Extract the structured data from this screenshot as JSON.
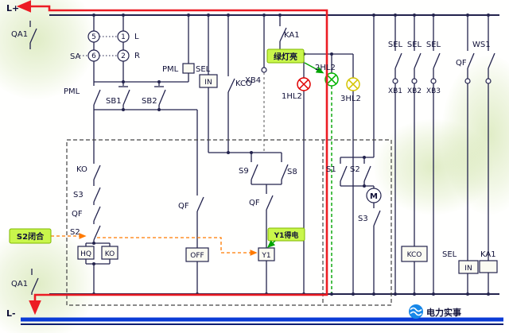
{
  "power": {
    "l_plus": "L+",
    "l_minus": "L-",
    "qa1_top": "QA1",
    "qa1_bottom": "QA1"
  },
  "selector": {
    "sa": "SA",
    "c5": "5",
    "c1": "1",
    "c6": "6",
    "c2": "2",
    "left": "L",
    "right": "R"
  },
  "left_block": {
    "pml_contact": "PML",
    "sb1": "SB1",
    "sb2": "SB2",
    "pml_coil": "PML"
  },
  "mid_top": {
    "sel": "SEL",
    "in": "IN",
    "kco": "KCO",
    "xb4": "XB4",
    "ka1": "KA1"
  },
  "lamps": {
    "hl1": "1HL2",
    "hl2": "2HL2",
    "hl3": "3HL2",
    "note": "绿灯亮"
  },
  "right_top": {
    "sel1": "SEL",
    "sel2": "SEL",
    "sel3": "SEL",
    "xb1": "XB1",
    "xb2": "XB2",
    "xb3": "XB3",
    "qf": "QF",
    "ws1": "WS1"
  },
  "ctrl_left": {
    "ko": "KO",
    "s3": "S3",
    "qf": "QF",
    "s2": "S2",
    "hq": "HQ",
    "ko_coil": "KO",
    "note": "S2闭合"
  },
  "ctrl_mid": {
    "qf": "QF",
    "off": "OFF"
  },
  "ctrl_y1": {
    "s9": "S9",
    "s8": "S8",
    "qf": "QF",
    "y1": "Y1",
    "note": "Y1得电"
  },
  "ctrl_motor": {
    "s1": "S1",
    "s2": "S2",
    "m": "M",
    "s3": "S3"
  },
  "bottom_right": {
    "kco": "KCO",
    "sel": "SEL",
    "in": "IN",
    "ka1": "KA1"
  },
  "brand": {
    "name": "电力实事"
  },
  "colors": {
    "highlight_path": "#ec1c24",
    "negative_rail": "#0a3bd6",
    "note_background": "#c9f64b",
    "lamp_1hl2": "#e00000",
    "lamp_2hl2": "#00b400",
    "lamp_3hl2": "#d4c400",
    "green_trace": "#00a400",
    "orange_trace": "#ff7a00",
    "brand_logo": "#1787e8"
  }
}
